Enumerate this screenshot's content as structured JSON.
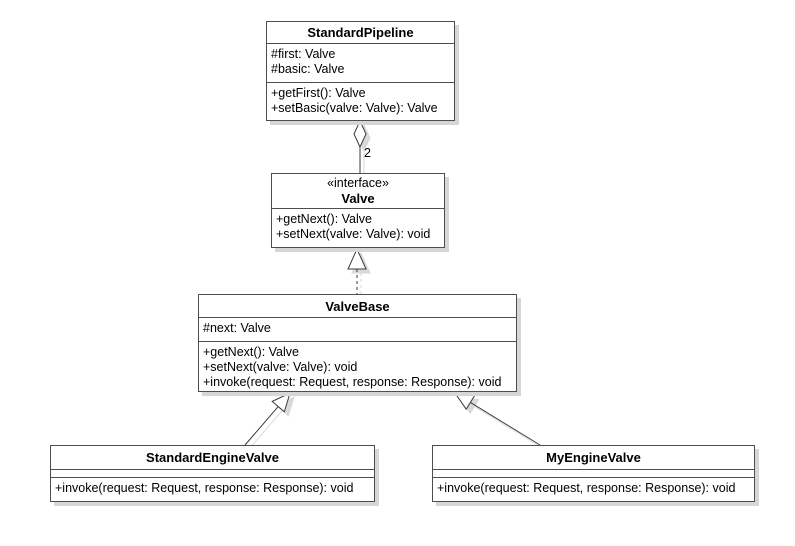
{
  "diagram": {
    "classes": {
      "standard_pipeline": {
        "name": "StandardPipeline",
        "attributes": [
          "#first: Valve",
          "#basic: Valve"
        ],
        "methods": [
          "+getFirst(): Valve",
          "+setBasic(valve: Valve): Valve"
        ]
      },
      "valve": {
        "stereotype": "«interface»",
        "name": "Valve",
        "methods": [
          "+getNext(): Valve",
          "+setNext(valve: Valve): void"
        ]
      },
      "valve_base": {
        "name": "ValveBase",
        "attributes": [
          "#next: Valve"
        ],
        "methods": [
          "+getNext(): Valve",
          "+setNext(valve: Valve): void",
          "+invoke(request: Request, response: Response): void"
        ]
      },
      "standard_engine_valve": {
        "name": "StandardEngineValve",
        "methods": [
          "+invoke(request: Request, response: Response): void"
        ]
      },
      "my_engine_valve": {
        "name": "MyEngineValve",
        "methods": [
          "+invoke(request: Request, response: Response): void"
        ]
      }
    },
    "relationships": {
      "aggregation": {
        "from": "StandardPipeline",
        "to": "Valve",
        "multiplicity": "2"
      },
      "realization": {
        "from": "ValveBase",
        "to": "Valve"
      },
      "generalizations": [
        {
          "from": "StandardEngineValve",
          "to": "ValveBase"
        },
        {
          "from": "MyEngineValve",
          "to": "ValveBase"
        }
      ]
    },
    "colors": {
      "box_fill": "#ffffff",
      "box_border": "#4e4e4e",
      "line": "#3b3b3b",
      "shadow": "#d6d6d6",
      "text": "#000000",
      "background": "#ffffff"
    }
  }
}
